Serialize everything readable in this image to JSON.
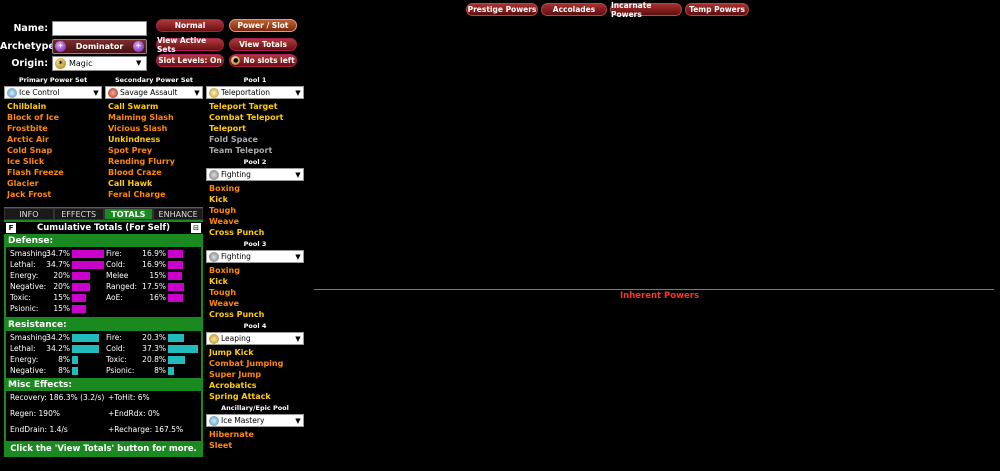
{
  "header": {
    "name_label": "Name:",
    "name_value": "",
    "archetype_label": "Archetype:",
    "archetype_value": "Dominator",
    "origin_label": "Origin:",
    "origin_value": "Magic",
    "buttons": {
      "normal": "Normal",
      "power_slot": "Power / Slot",
      "view_active_sets": "View Active Sets",
      "view_totals": "View Totals",
      "slot_levels": "Slot Levels: On",
      "no_slots_left": "No slots left"
    }
  },
  "sets": {
    "primary": {
      "title": "Primary Power Set",
      "value": "Ice Control",
      "powers": [
        {
          "name": "Chilblain",
          "c": "c-yel"
        },
        {
          "name": "Block of Ice",
          "c": "c-ora"
        },
        {
          "name": "Frostbite",
          "c": "c-ora"
        },
        {
          "name": "Arctic Air",
          "c": "c-ora"
        },
        {
          "name": "Cold Snap",
          "c": "c-ora"
        },
        {
          "name": "Ice Slick",
          "c": "c-ora"
        },
        {
          "name": "Flash Freeze",
          "c": "c-ora"
        },
        {
          "name": "Glacier",
          "c": "c-ora"
        },
        {
          "name": "Jack Frost",
          "c": "c-ora"
        }
      ]
    },
    "secondary": {
      "title": "Secondary Power Set",
      "value": "Savage Assault",
      "powers": [
        {
          "name": "Call Swarm",
          "c": "c-yel"
        },
        {
          "name": "Maiming Slash",
          "c": "c-ora"
        },
        {
          "name": "Vicious Slash",
          "c": "c-ora"
        },
        {
          "name": "Unkindness",
          "c": "c-yel"
        },
        {
          "name": "Spot Prey",
          "c": "c-ora"
        },
        {
          "name": "Rending Flurry",
          "c": "c-ora"
        },
        {
          "name": "Blood Craze",
          "c": "c-ora"
        },
        {
          "name": "Call Hawk",
          "c": "c-yel"
        },
        {
          "name": "Feral Charge",
          "c": "c-ora"
        }
      ]
    },
    "pool1": {
      "title": "Pool 1",
      "value": "Teleportation",
      "powers": [
        {
          "name": "Teleport Target",
          "c": "c-yel"
        },
        {
          "name": "Combat Teleport",
          "c": "c-yel"
        },
        {
          "name": "Teleport",
          "c": "c-yel"
        },
        {
          "name": "Fold Space",
          "c": "c-gry"
        },
        {
          "name": "Team Teleport",
          "c": "c-gry"
        }
      ]
    },
    "pool2": {
      "title": "Pool 2",
      "value": "Fighting",
      "powers": [
        {
          "name": "Boxing",
          "c": "c-ora"
        },
        {
          "name": "Kick",
          "c": "c-yel"
        },
        {
          "name": "Tough",
          "c": "c-ora"
        },
        {
          "name": "Weave",
          "c": "c-ora"
        },
        {
          "name": "Cross Punch",
          "c": "c-yel"
        }
      ]
    },
    "pool3": {
      "title": "Pool 3",
      "value": "Fighting",
      "powers": [
        {
          "name": "Boxing",
          "c": "c-ora"
        },
        {
          "name": "Kick",
          "c": "c-yel"
        },
        {
          "name": "Tough",
          "c": "c-ora"
        },
        {
          "name": "Weave",
          "c": "c-ora"
        },
        {
          "name": "Cross Punch",
          "c": "c-yel"
        }
      ]
    },
    "pool4": {
      "title": "Pool 4",
      "value": "Leaping",
      "powers": [
        {
          "name": "Jump Kick",
          "c": "c-yel"
        },
        {
          "name": "Combat Jumping",
          "c": "c-ora"
        },
        {
          "name": "Super Jump",
          "c": "c-ora"
        },
        {
          "name": "Acrobatics",
          "c": "c-yel"
        },
        {
          "name": "Spring Attack",
          "c": "c-yel"
        }
      ]
    },
    "epic": {
      "title": "Ancillary/Epic Pool",
      "value": "Ice Mastery",
      "powers": [
        {
          "name": "Hibernate",
          "c": "c-ora"
        },
        {
          "name": "Sleet",
          "c": "c-ora"
        }
      ]
    }
  },
  "tabs": [
    "INFO",
    "EFFECTS",
    "TOTALS",
    "ENHANCE"
  ],
  "totals": {
    "cum_title": "Cumulative Totals (For Self)",
    "f_btn": "F",
    "defense_title": "Defense:",
    "defense_left": [
      {
        "label": "Smashing:",
        "value": "34.7%",
        "pct": 34.7
      },
      {
        "label": "Lethal:",
        "value": "34.7%",
        "pct": 34.7
      },
      {
        "label": "Energy:",
        "value": "20%",
        "pct": 20
      },
      {
        "label": "Negative:",
        "value": "20%",
        "pct": 20
      },
      {
        "label": "Toxic:",
        "value": "15%",
        "pct": 15
      },
      {
        "label": "Psionic:",
        "value": "15%",
        "pct": 15
      }
    ],
    "defense_right": [
      {
        "label": "Fire:",
        "value": "16.9%",
        "pct": 16.9
      },
      {
        "label": "Cold:",
        "value": "16.9%",
        "pct": 16.9
      },
      {
        "label": "Melee",
        "value": "15%",
        "pct": 15
      },
      {
        "label": "Ranged:",
        "value": "17.5%",
        "pct": 17.5
      },
      {
        "label": "AoE:",
        "value": "16%",
        "pct": 16
      }
    ],
    "resistance_title": "Resistance:",
    "resistance_left": [
      {
        "label": "Smashing:",
        "value": "34.2%",
        "pct": 34.2
      },
      {
        "label": "Lethal:",
        "value": "34.2%",
        "pct": 34.2
      },
      {
        "label": "Energy:",
        "value": "8%",
        "pct": 8
      },
      {
        "label": "Negative:",
        "value": "8%",
        "pct": 8
      }
    ],
    "resistance_right": [
      {
        "label": "Fire:",
        "value": "20.3%",
        "pct": 20.3
      },
      {
        "label": "Cold:",
        "value": "37.3%",
        "pct": 37.3
      },
      {
        "label": "Toxic:",
        "value": "20.8%",
        "pct": 20.8
      },
      {
        "label": "Psionic:",
        "value": "8%",
        "pct": 8
      }
    ],
    "misc_title": "Misc Effects:",
    "misc": [
      "Recovery: 186.3% (3.2/s)",
      "+ToHit: 6%",
      "Regen: 190%",
      "+EndRdx: 0%",
      "EndDrain: 1.4/s",
      "+Recharge: 167.5%"
    ],
    "click_msg": "Click the 'View Totals' button for more."
  },
  "topnav": [
    "Prestige Powers",
    "Accolades",
    "Incarnate Powers",
    "Temp Powers"
  ],
  "inherent_title": "Inherent Powers",
  "colors": {
    "defense_bar": "#cc00cc",
    "resist_bar": "#22bbbb",
    "slot_bg": "#581414"
  }
}
